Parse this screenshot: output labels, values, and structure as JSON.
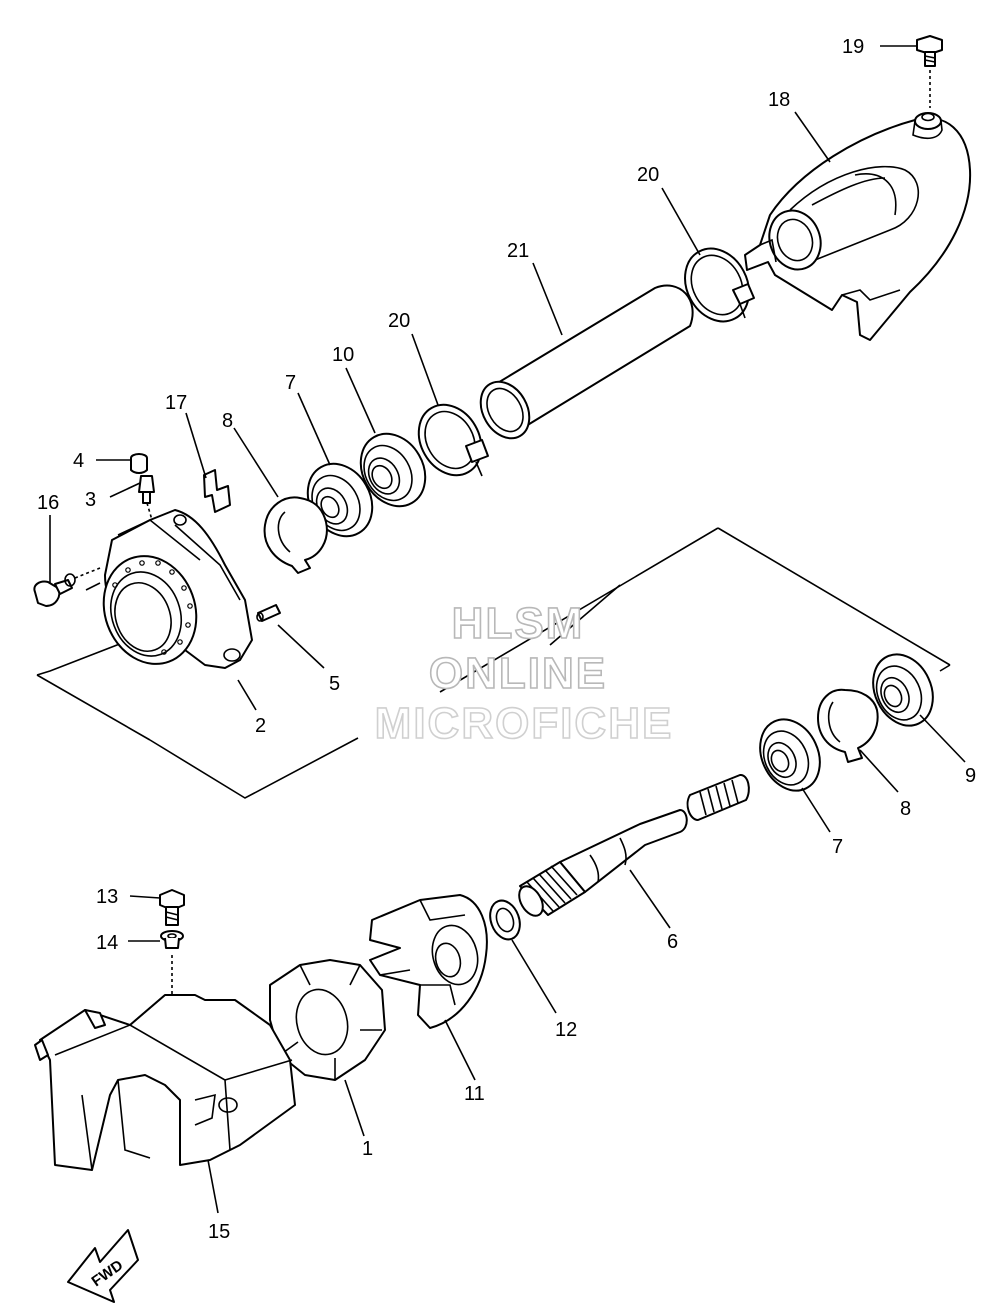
{
  "watermark": {
    "line1": "HLSM",
    "line2": "ONLINE",
    "line3": "MICROFICHE"
  },
  "direction_marker": {
    "text": "FWD",
    "icon": "forward-arrow-icon"
  },
  "callouts": [
    {
      "id": "c1",
      "label": "1"
    },
    {
      "id": "c2",
      "label": "2"
    },
    {
      "id": "c3",
      "label": "3"
    },
    {
      "id": "c4",
      "label": "4"
    },
    {
      "id": "c5",
      "label": "5"
    },
    {
      "id": "c6",
      "label": "6"
    },
    {
      "id": "c7a",
      "label": "7"
    },
    {
      "id": "c7b",
      "label": "7"
    },
    {
      "id": "c8a",
      "label": "8"
    },
    {
      "id": "c8b",
      "label": "8"
    },
    {
      "id": "c9",
      "label": "9"
    },
    {
      "id": "c10",
      "label": "10"
    },
    {
      "id": "c11",
      "label": "11"
    },
    {
      "id": "c12",
      "label": "12"
    },
    {
      "id": "c13",
      "label": "13"
    },
    {
      "id": "c14",
      "label": "14"
    },
    {
      "id": "c15",
      "label": "15"
    },
    {
      "id": "c16",
      "label": "16"
    },
    {
      "id": "c17",
      "label": "17"
    },
    {
      "id": "c18",
      "label": "18"
    },
    {
      "id": "c19",
      "label": "19"
    },
    {
      "id": "c20a",
      "label": "20"
    },
    {
      "id": "c20b",
      "label": "20"
    },
    {
      "id": "c21",
      "label": "21"
    }
  ]
}
